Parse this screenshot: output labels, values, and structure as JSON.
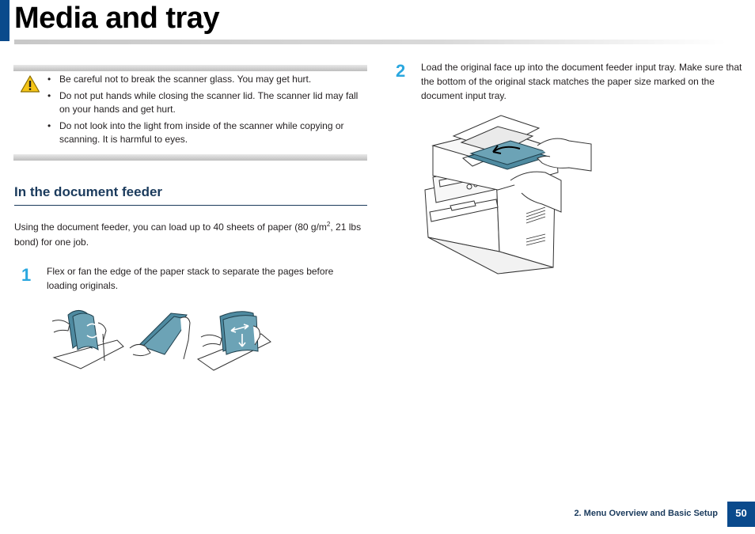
{
  "header": {
    "title": "Media and tray"
  },
  "caution": {
    "items": [
      "Be careful not to break the scanner glass. You may get hurt.",
      "Do not put hands while closing the scanner lid. The scanner lid may fall on your hands and get hurt.",
      "Do not look into the light from inside of the scanner while copying or scanning. It is harmful to eyes."
    ]
  },
  "section": {
    "heading": "In the document feeder",
    "intro_before_sup": "Using the document feeder, you can load up to 40 sheets of paper (80 g/m",
    "intro_sup": "2",
    "intro_after_sup": ", 21 lbs bond) for one job."
  },
  "steps": [
    {
      "number": "1",
      "text": "Flex or fan the edge of the paper stack to separate the pages before loading originals."
    },
    {
      "number": "2",
      "text": "Load the original face up into the document feeder input tray. Make sure that the bottom of the original stack matches the paper size marked on the document input tray."
    }
  ],
  "footer": {
    "section": "2. Menu Overview and Basic Setup",
    "page": "50"
  },
  "colors": {
    "brand_blue": "#0a4a8c",
    "step_blue": "#2aa7df",
    "heading_navy": "#1a3a5c",
    "paper_teal": "#4e8aa0",
    "warning_yellow": "#f5c518"
  },
  "icons": [
    "caution-icon",
    "paper-flex-illustration",
    "paper-fan-illustration",
    "paper-straighten-illustration",
    "printer-loading-illustration"
  ]
}
